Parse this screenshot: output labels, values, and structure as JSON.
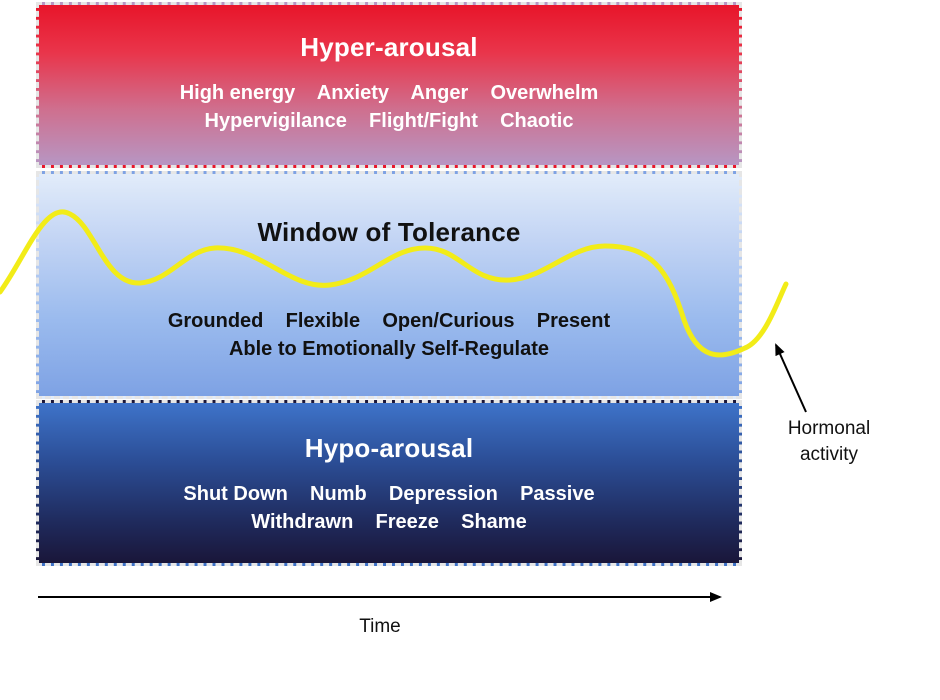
{
  "zones": {
    "hyper": {
      "title": "Hyper-arousal",
      "line1": "High energy    Anxiety    Anger    Overwhelm",
      "line2": "Hypervigilance    Flight/Fight    Chaotic",
      "color_top": "#e8152a",
      "color_bottom": "#b796c3"
    },
    "window": {
      "title": "Window of Tolerance",
      "line1": "Grounded    Flexible    Open/Curious    Present",
      "line2": "Able to Emotionally Self-Regulate",
      "color_top": "#e2ecfa",
      "color_bottom": "#7ea2e4"
    },
    "hypo": {
      "title": "Hypo-arousal",
      "line1": "Shut Down    Numb    Depression    Passive",
      "line2": "Withdrawn    Freeze    Shame",
      "color_top": "#3e73c9",
      "color_bottom": "#1a1639"
    }
  },
  "curve": {
    "color": "#f2ec18"
  },
  "annotation": {
    "hormonal_label": "Hormonal activity"
  },
  "axis": {
    "time_label": "Time"
  }
}
